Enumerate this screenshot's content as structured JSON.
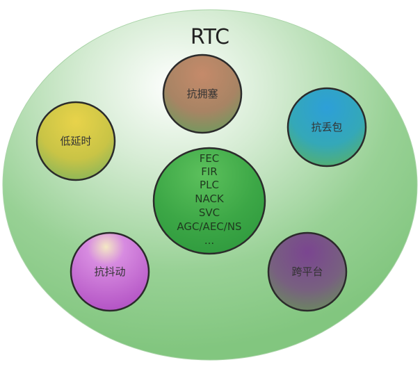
{
  "title": "RTC",
  "center": {
    "items": [
      "FEC",
      "FIR",
      "PLC",
      "NACK",
      "SVC",
      "AGC/AEC/NS",
      "..."
    ],
    "color": "#3fa846"
  },
  "satellites": [
    {
      "label": "抗拥塞",
      "color": "#b97a5e"
    },
    {
      "label": "低延时",
      "color": "#d2c443"
    },
    {
      "label": "抗丢包",
      "color": "#2aa3cc"
    },
    {
      "label": "抗抖动",
      "color": "#c064cc"
    },
    {
      "label": "跨平台",
      "color": "#7a4e8a"
    }
  ],
  "background_color": "#8ccc8a"
}
